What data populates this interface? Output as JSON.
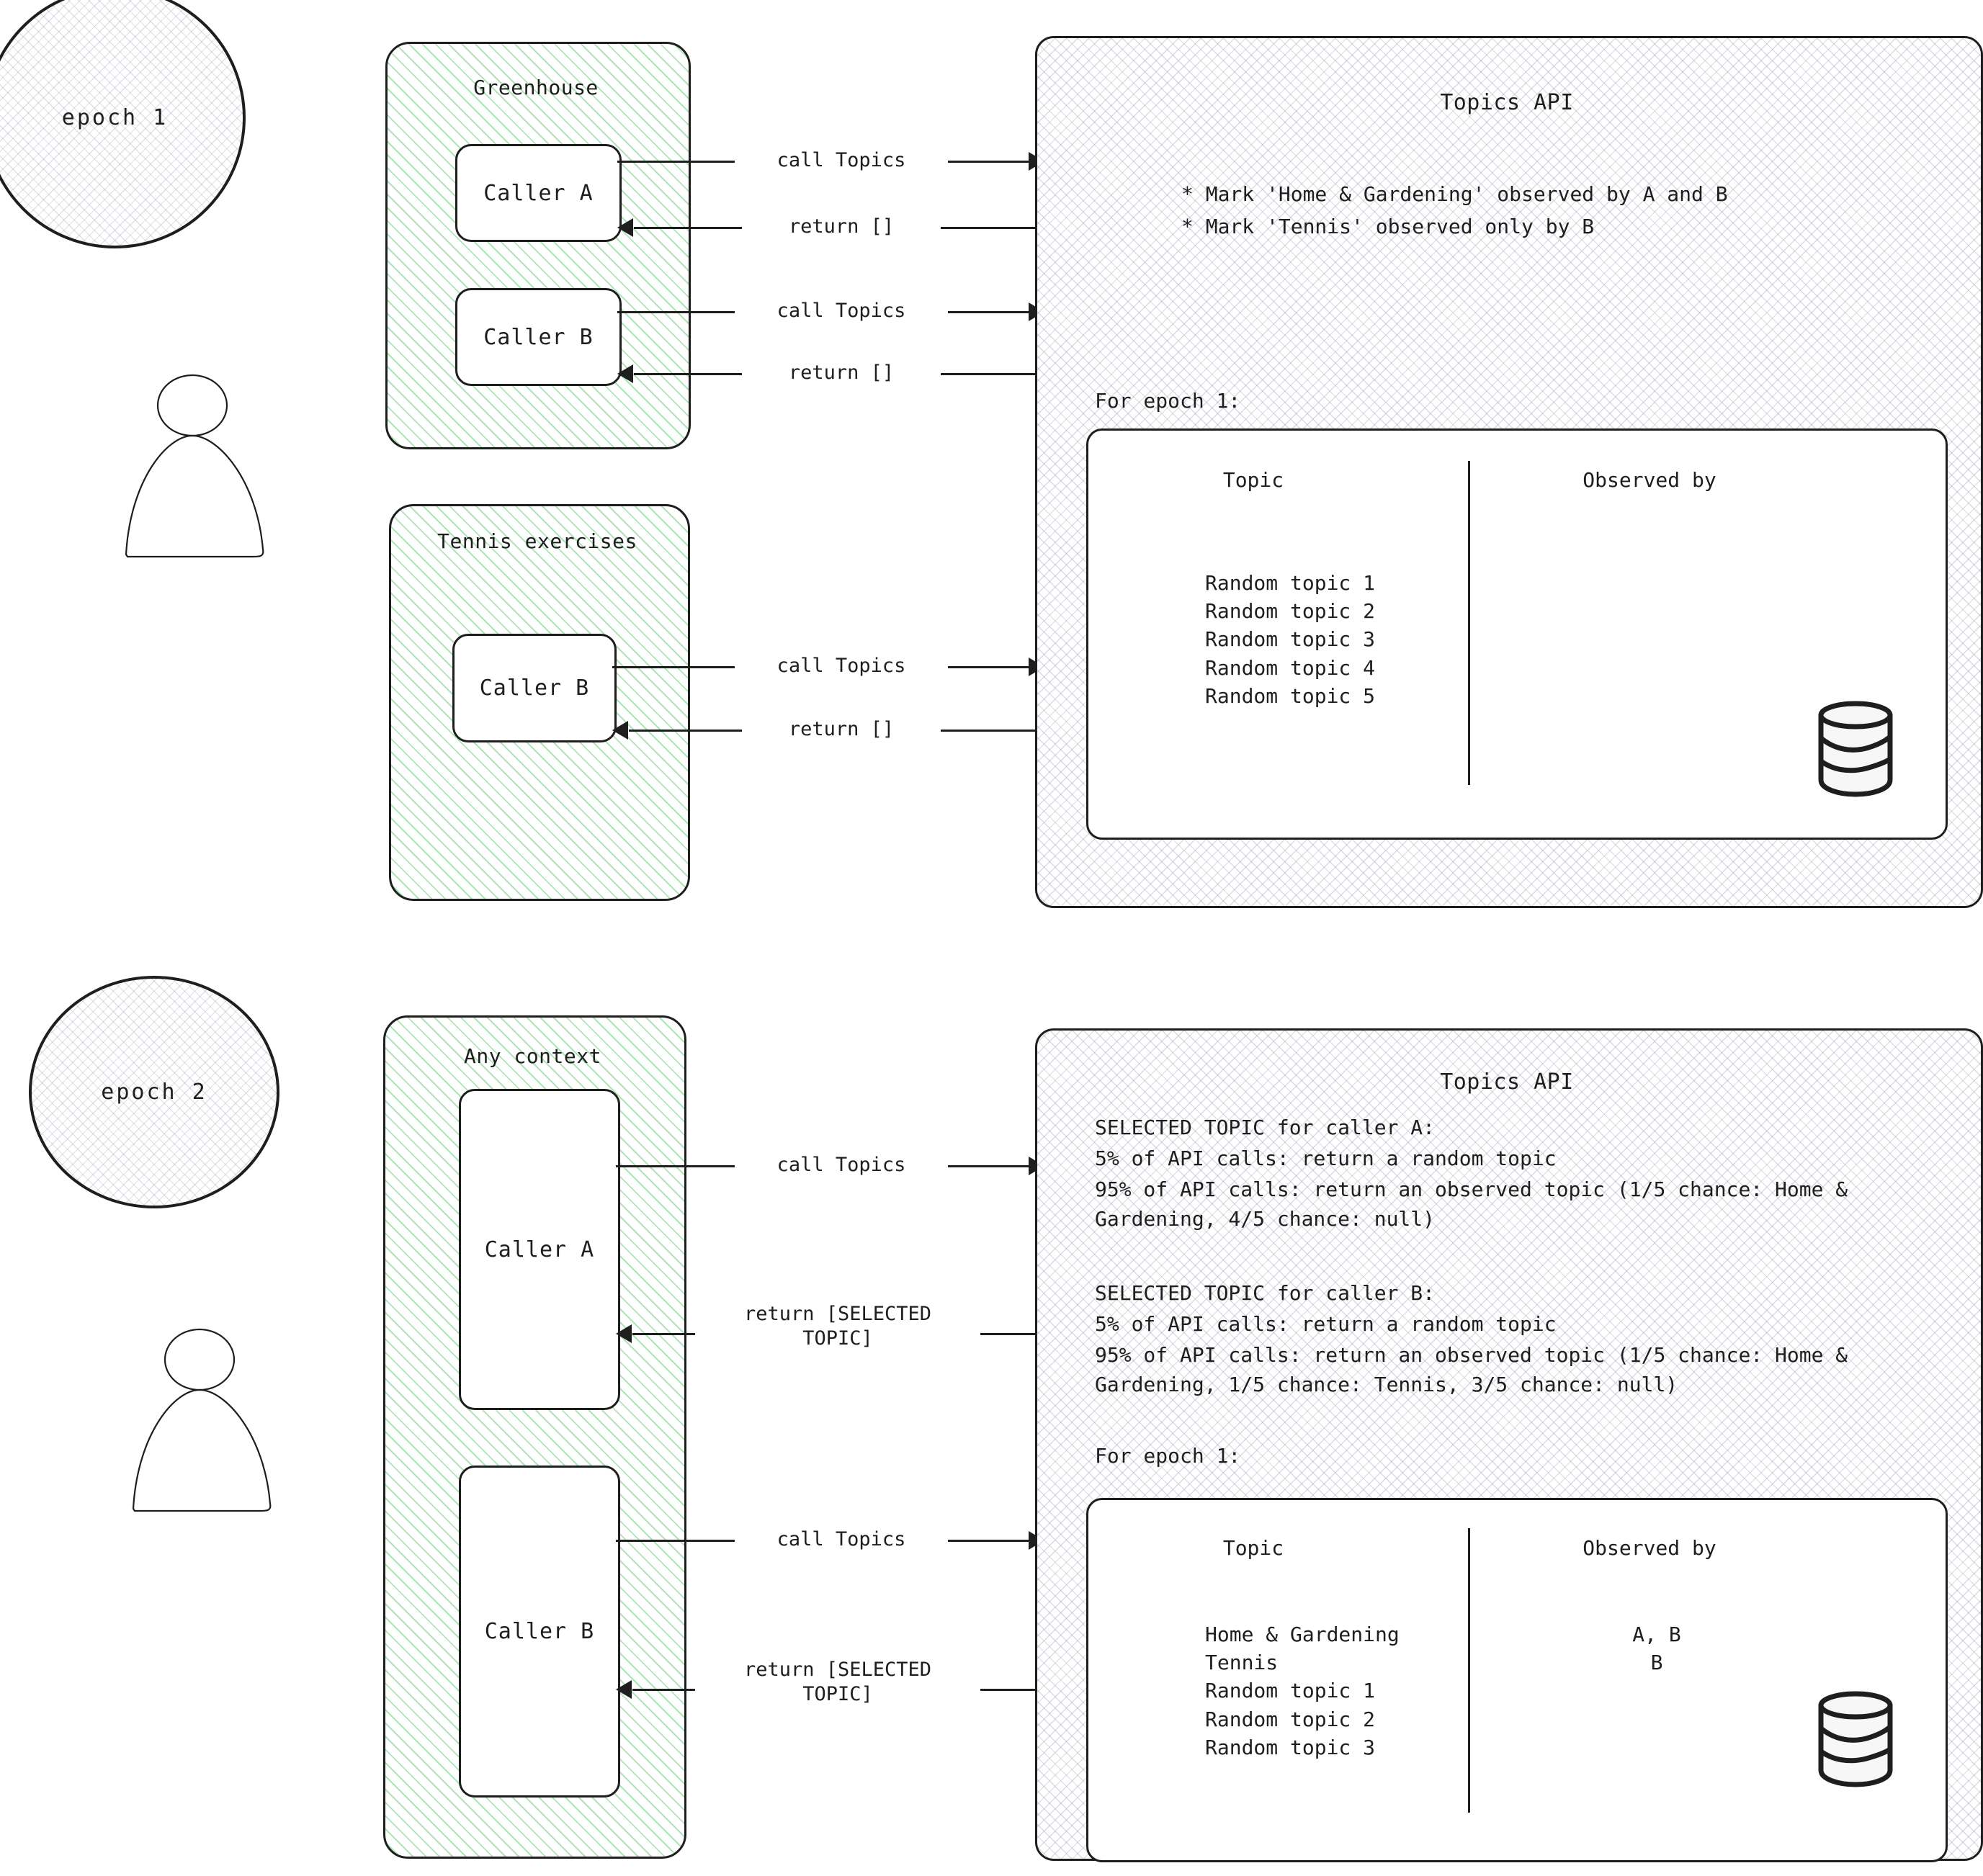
{
  "meta": {
    "accent_green": "#40c057",
    "ink": "#1e1e1e",
    "paper": "#ffffff"
  },
  "epochs": [
    {
      "id": "epoch-1",
      "circle_label": "epoch 1",
      "contexts": [
        {
          "name": "greenhouse",
          "title": "Greenhouse",
          "callers": [
            {
              "label": "Caller A",
              "messages": [
                {
                  "direction": "out",
                  "text": "call Topics"
                },
                {
                  "direction": "in",
                  "text": "return []"
                }
              ]
            },
            {
              "label": "Caller B",
              "messages": [
                {
                  "direction": "out",
                  "text": "call Topics"
                },
                {
                  "direction": "in",
                  "text": "return []"
                }
              ]
            }
          ]
        },
        {
          "name": "tennis-exercises",
          "title": "Tennis exercises",
          "callers": [
            {
              "label": "Caller B",
              "messages": [
                {
                  "direction": "out",
                  "text": "call Topics"
                },
                {
                  "direction": "in",
                  "text": "return []"
                }
              ]
            }
          ]
        }
      ],
      "api": {
        "title": "Topics API",
        "bullets": [
          "* Mark 'Home & Gardening' observed by A and B",
          "* Mark 'Tennis' observed only by B"
        ],
        "paragraphs": [],
        "table": {
          "caption": "For epoch 1:",
          "columns": [
            "Topic",
            "Observed by"
          ],
          "rows": [
            {
              "topic": "Random topic 1",
              "observed_by": ""
            },
            {
              "topic": "Random topic 2",
              "observed_by": ""
            },
            {
              "topic": "Random topic 3",
              "observed_by": ""
            },
            {
              "topic": "Random topic 4",
              "observed_by": ""
            },
            {
              "topic": "Random topic 5",
              "observed_by": ""
            }
          ],
          "storage_icon": "database-cylinder-icon"
        }
      }
    },
    {
      "id": "epoch-2",
      "circle_label": "epoch 2",
      "contexts": [
        {
          "name": "any-context",
          "title": "Any context",
          "callers": [
            {
              "label": "Caller A",
              "messages": [
                {
                  "direction": "out",
                  "text": "call Topics"
                },
                {
                  "direction": "in",
                  "text": "return [SELECTED\nTOPIC]"
                }
              ]
            },
            {
              "label": "Caller B",
              "messages": [
                {
                  "direction": "out",
                  "text": "call Topics"
                },
                {
                  "direction": "in",
                  "text": "return [SELECTED\nTOPIC]"
                }
              ]
            }
          ]
        }
      ],
      "api": {
        "title": "Topics API",
        "bullets": [],
        "paragraphs": [
          "SELECTED TOPIC for caller A:",
          "5% of API calls: return a random topic",
          "95% of API calls: return an observed topic (1/5 chance: Home & Gardening, 4/5 chance: null)",
          "",
          "SELECTED TOPIC for caller B:",
          "5% of API calls: return a random topic",
          "95% of API calls: return an observed topic (1/5 chance: Home & Gardening, 1/5 chance: Tennis,  3/5 chance: null)"
        ],
        "table": {
          "caption": "For epoch 1:",
          "columns": [
            "Topic",
            "Observed by"
          ],
          "rows": [
            {
              "topic": "Home & Gardening",
              "observed_by": "A, B"
            },
            {
              "topic": "Tennis",
              "observed_by": "B"
            },
            {
              "topic": "Random topic 1",
              "observed_by": ""
            },
            {
              "topic": "Random topic 2",
              "observed_by": ""
            },
            {
              "topic": "Random topic 3",
              "observed_by": ""
            }
          ],
          "storage_icon": "database-cylinder-icon"
        }
      }
    }
  ],
  "actor_icon": "person-icon"
}
